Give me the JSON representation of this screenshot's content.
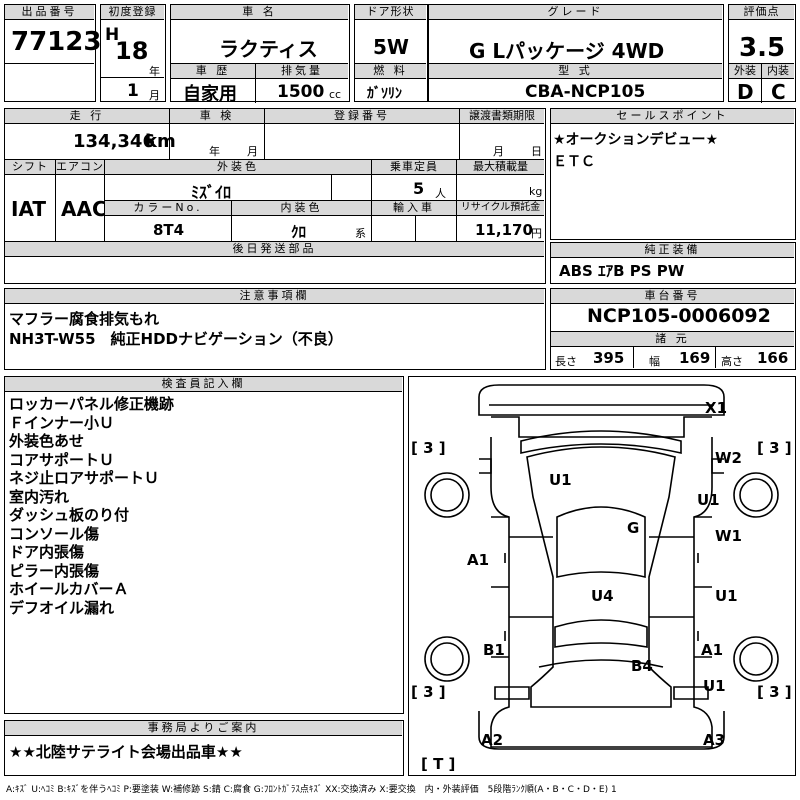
{
  "header": {
    "lot_label": "出品番号",
    "lot": "77123",
    "reg_label": "初度登録",
    "era": "H",
    "year": "18",
    "year_unit": "年",
    "month": "1",
    "month_unit": "月",
    "car_name_label": "車 名",
    "car_name": "ラクティス",
    "door_label": "ドア形状",
    "door": "5W",
    "grade_label": "グレード",
    "grade": "G Lパッケージ 4WD",
    "score_label": "評価点",
    "score": "3.5",
    "history_label": "車 歴",
    "history": "自家用",
    "cc_label": "排気量",
    "cc": "1500",
    "cc_unit": "cc",
    "fuel_label": "燃 料",
    "fuel": "ｶﾞｿﾘﾝ",
    "model_label": "型 式",
    "model": "CBA-NCP105",
    "ext_label": "外装",
    "ext": "D",
    "int_label": "内装",
    "int": "C"
  },
  "row2": {
    "mileage_label": "走 行",
    "mileage": "134,346",
    "mileage_unit": "km",
    "inspection_label": "車 検",
    "insp_year_unit": "年",
    "insp_month_unit": "月",
    "plate_label": "登録番号",
    "transfer_label": "譲渡書類期限",
    "tr_month_unit": "月",
    "tr_day_unit": "日",
    "sales_label": "セールスポイント",
    "sales_points": [
      "★オークションデビュー★",
      "ＥＴＣ"
    ]
  },
  "row3": {
    "shift_label": "シフト",
    "shift": "IAT",
    "ac_label": "エアコン",
    "ac": "AAC",
    "ext_color_label": "外装色",
    "ext_color": "ﾐｽﾞｲﾛ",
    "capacity_label": "乗車定員",
    "capacity": "5",
    "capacity_unit": "人",
    "load_label": "最大積載量",
    "load_unit": "kg",
    "color_no_label": "カラーNo.",
    "color_no": "8T4",
    "int_color_label": "内装色",
    "int_color": "ｸﾛ",
    "int_color_unit": "系",
    "import_label": "輸入車",
    "recycle_label": "リサイクル預託金",
    "recycle": "11,170",
    "recycle_unit": "円"
  },
  "parts_label": "後日発送部品",
  "equip_label": "純正装備",
  "equip": "ABS ｴｱB PS PW",
  "notes_label": "注意事項欄",
  "notes": [
    "マフラー腐食排気もれ",
    "NH3T-W55　純正HDDナビゲーション（不良）"
  ],
  "chassis_label": "車台番号",
  "chassis": "NCP105-0006092",
  "dims_label": "諸 元",
  "dims": {
    "length_label": "長さ",
    "length": "395",
    "width_label": "幅",
    "width": "169",
    "height_label": "高さ",
    "height": "166"
  },
  "inspector_label": "検査員記入欄",
  "inspector_notes": [
    "ロッカーパネル修正機跡",
    "Ｆインナー小Ｕ",
    "外装色あせ",
    "コアサポートＵ",
    "ネジ止ロアサポートＵ",
    "室内汚れ",
    "ダッシュ板のり付",
    "コンソール傷",
    "ドア内張傷",
    "ピラー内張傷",
    "ホイールカバーＡ",
    "デフオイル漏れ"
  ],
  "damage_marks": {
    "x1": "X1",
    "w2": "W2",
    "u1_top_left": "U1",
    "u1_right_upper": "U1",
    "g": "G",
    "w1": "W1",
    "a1_left": "A1",
    "u4": "U4",
    "u1_right_lower": "U1",
    "b1": "B1",
    "a1_right": "A1",
    "b4": "B4",
    "u1_bottom_right": "U1",
    "a2": "A2",
    "a3": "A3",
    "tire_fl": "[ 3 ]",
    "tire_fr": "[ 3 ]",
    "tire_rl": "[ 3 ]",
    "tire_rr": "[ 3 ]",
    "spare": "[ T ]"
  },
  "office_label": "事務局よりご案内",
  "office_note": "★★北陸サテライト会場出品車★★",
  "legend": "A:ｷｽﾞ U:ﾍｺﾐ B:ｷｽﾞを伴うﾍｺﾐ P:要塗装 W:補修跡 S:錆 C:腐食 G:ﾌﾛﾝﾄｶﾞﾗｽ点ｷｽﾞ XX:交換済み X:要交換　内・外装評価　5段階ﾗﾝｸ順(A・B・C・D・E) 1"
}
